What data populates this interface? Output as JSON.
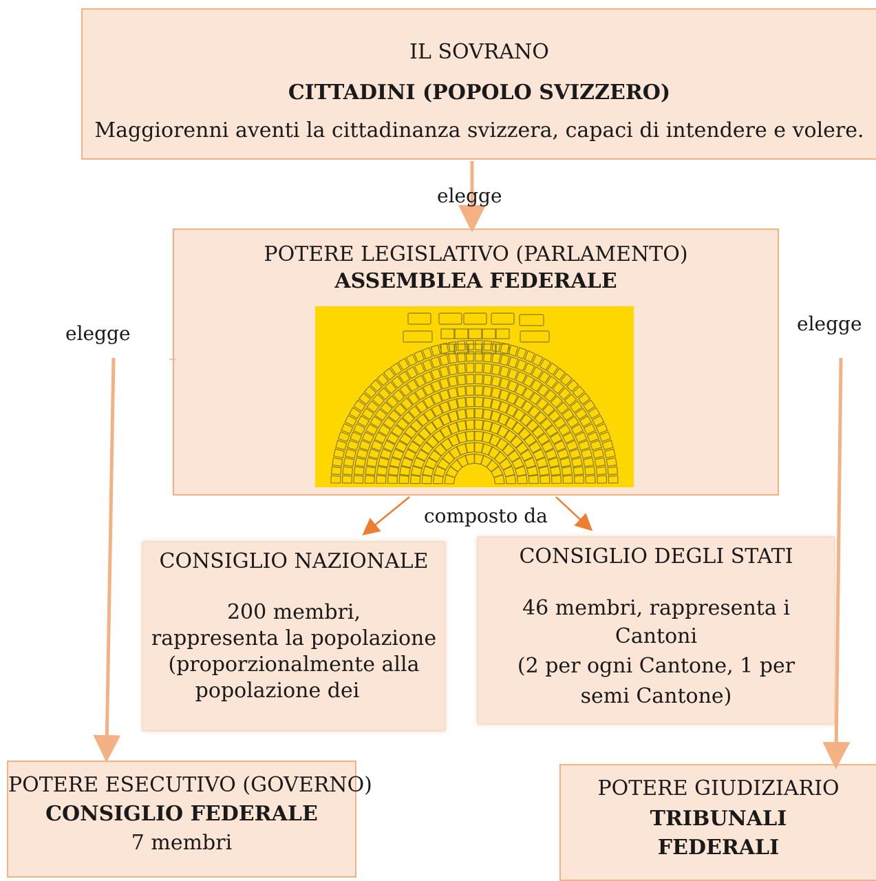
{
  "sovereign": {
    "title": "IL SOVRANO",
    "subtitle": "CITTADINI (POPOLO SVIZZERO)",
    "description": "Maggiorenni aventi la cittadinanza svizzera, capaci di intendere e volere."
  },
  "edges": {
    "elects_top": "elegge",
    "elects_left": "elegge",
    "elects_right": "elegge",
    "composed_of": "composto da"
  },
  "legislative": {
    "title": "POTERE LEGISLATIVO (PARLAMENTO)",
    "subtitle": "ASSEMBLEA FEDERALE",
    "chamber_colors": {
      "background": "#ffd700",
      "seat_stroke": "#8a7a2a"
    }
  },
  "national_council": {
    "title": "CONSIGLIO NAZIONALE",
    "line1": "200 membri,",
    "line2": "rappresenta la popolazione",
    "line3": "(proporzionalmente alla",
    "line4": "popolazione dei"
  },
  "council_of_states": {
    "title": "CONSIGLIO DEGLI STATI",
    "line1": "46 membri, rappresenta i",
    "line2": "Cantoni",
    "line3": "(2 per ogni Cantone, 1 per",
    "line4": "semi Cantone)"
  },
  "executive": {
    "title": "POTERE ESECUTIVO (GOVERNO)",
    "subtitle": "CONSIGLIO FEDERALE",
    "members": "7 membri"
  },
  "judiciary": {
    "title": "POTERE GIUDIZIARIO",
    "subtitle_line1": "TRIBUNALI",
    "subtitle_line2": "FEDERALI"
  },
  "colors": {
    "box_fill": "#fbe5d6",
    "box_border": "#f4b183",
    "arrow_main": "#ed7d31",
    "arrow_light": "#f4b183"
  }
}
